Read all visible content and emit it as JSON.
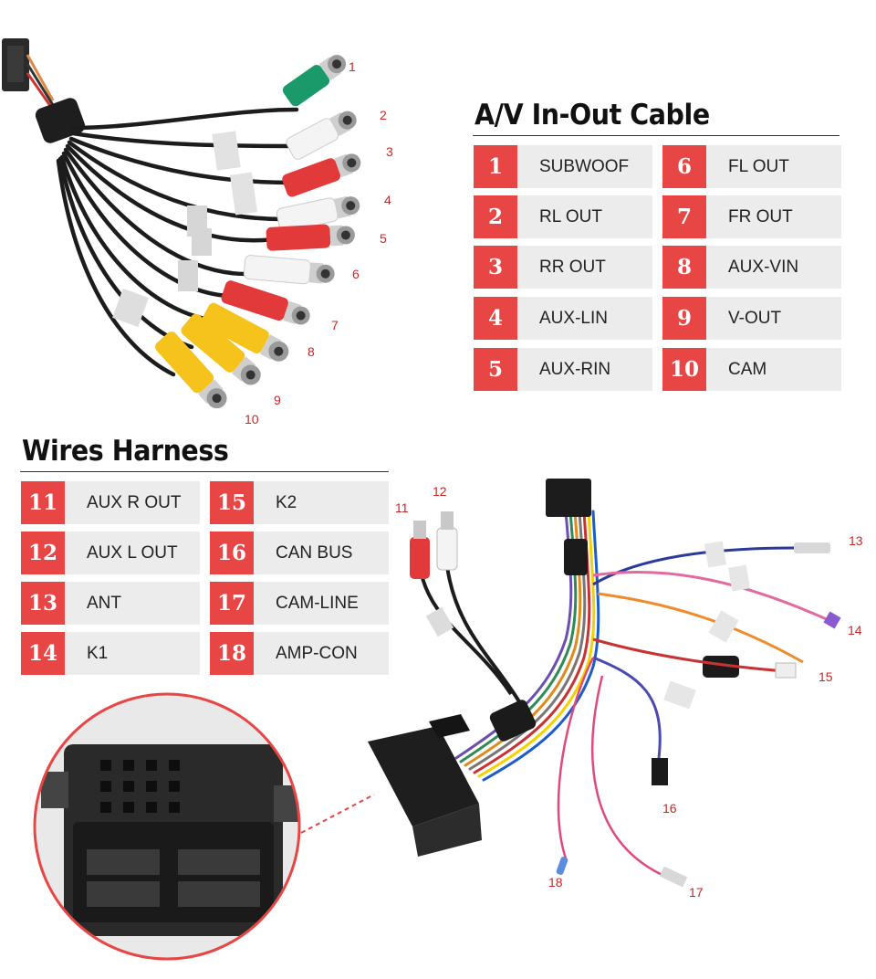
{
  "av_section": {
    "title": "A/V In-Out Cable",
    "items": [
      {
        "num": "1",
        "label": "SUBWOOF"
      },
      {
        "num": "2",
        "label": "RL OUT"
      },
      {
        "num": "3",
        "label": "RR OUT"
      },
      {
        "num": "4",
        "label": "AUX-LIN"
      },
      {
        "num": "5",
        "label": "AUX-RIN"
      },
      {
        "num": "6",
        "label": "FL OUT"
      },
      {
        "num": "7",
        "label": "FR OUT"
      },
      {
        "num": "8",
        "label": "AUX-VIN"
      },
      {
        "num": "9",
        "label": "V-OUT"
      },
      {
        "num": "10",
        "label": "CAM"
      }
    ]
  },
  "wires_section": {
    "title": "Wires Harness",
    "items": [
      {
        "num": "11",
        "label": "AUX R OUT"
      },
      {
        "num": "12",
        "label": "AUX L OUT"
      },
      {
        "num": "13",
        "label": "ANT"
      },
      {
        "num": "14",
        "label": "K1"
      },
      {
        "num": "15",
        "label": "K2"
      },
      {
        "num": "16",
        "label": "CAN BUS"
      },
      {
        "num": "17",
        "label": "CAM-LINE"
      },
      {
        "num": "18",
        "label": "AMP-CON"
      }
    ]
  },
  "callouts": [
    "1",
    "2",
    "3",
    "4",
    "5",
    "6",
    "7",
    "8",
    "9",
    "10",
    "11",
    "12",
    "13",
    "14",
    "15",
    "16",
    "17",
    "18"
  ],
  "colors": {
    "accent": "#e84545",
    "cell_bg": "#ececec",
    "callout": "#c62828"
  }
}
